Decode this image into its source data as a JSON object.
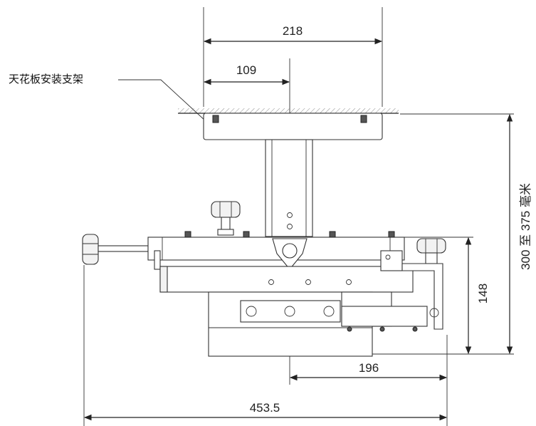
{
  "callout_label": "天花板安装支架",
  "dimensions": {
    "top_width": "218",
    "half_width": "109",
    "height_range": "300 至 375 毫米",
    "body_height": "148",
    "right_offset": "196",
    "total_width": "453.5"
  }
}
